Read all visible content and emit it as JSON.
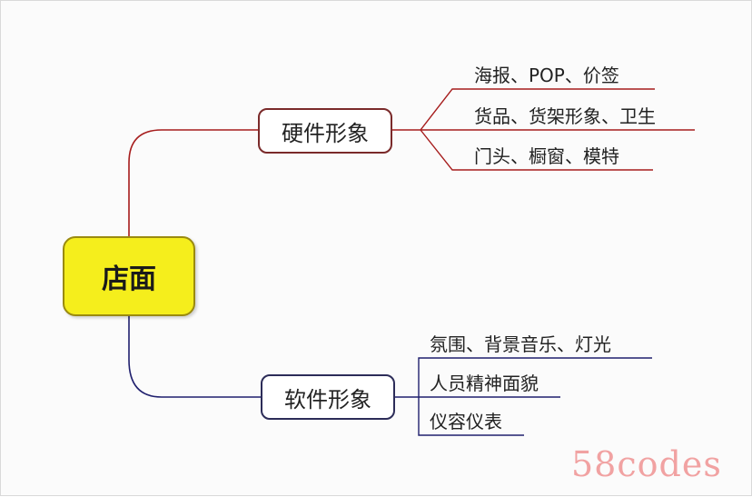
{
  "mindmap": {
    "root": "店面",
    "branches": [
      {
        "label": "硬件形象",
        "color": "#a61c1c",
        "leaves": [
          "海报、POP、价签",
          "货品、货架形象、卫生",
          "门头、橱窗、模特"
        ]
      },
      {
        "label": "软件形象",
        "color": "#20206e",
        "leaves": [
          "氛围、背景音乐、灯光",
          "人员精神面貌",
          "仪容仪表"
        ]
      }
    ]
  },
  "watermark": "58codes"
}
